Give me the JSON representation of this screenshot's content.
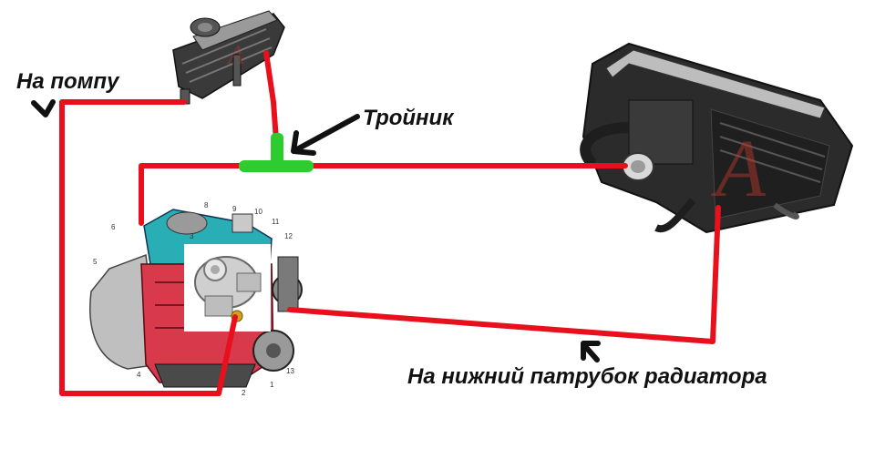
{
  "labels": {
    "to_pump": "На помпу",
    "tee": "Тройник",
    "to_radiator": "На нижний патрубок радиатора"
  },
  "engine_callouts": [
    "1",
    "2",
    "3",
    "4",
    "5",
    "6",
    "8",
    "9",
    "10",
    "11",
    "12",
    "13"
  ],
  "colors": {
    "hose": "#e8101c",
    "tee": "#2fcc2f",
    "arrow": "#111111",
    "engine_block": "#d83a4c",
    "cylinder_head": "#2aaeb5",
    "heater_body": "#2b2b2b"
  },
  "icons": [
    "small-heater-unit-icon",
    "heater-box-icon",
    "engine-icon",
    "water-pump-icon"
  ]
}
